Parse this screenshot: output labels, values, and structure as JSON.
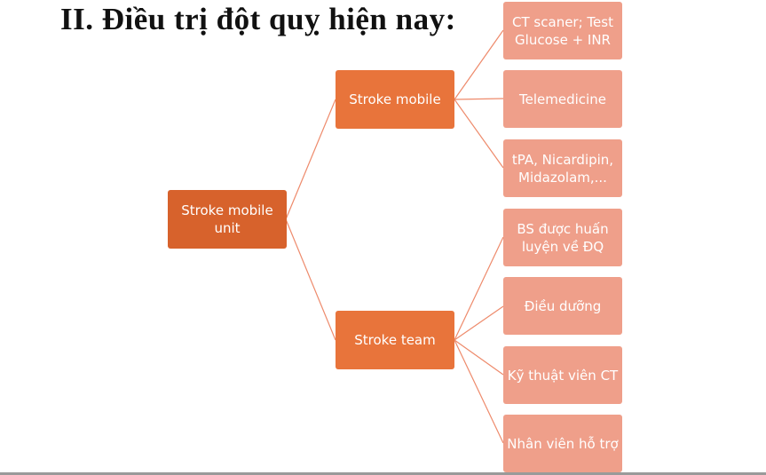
{
  "slide": {
    "title": "II. Điều trị đột quỵ hiện nay:"
  },
  "diagram": {
    "root": {
      "label": "Stroke mobile unit"
    },
    "branches": [
      {
        "label": "Stroke mobile",
        "children": [
          "CT scaner; Test Glucose + INR",
          "Telemedicine",
          "tPA, Nicardipin, Midazolam,..."
        ]
      },
      {
        "label": "Stroke team",
        "children": [
          "BS được huấn luyện về ĐQ",
          "Điều dưỡng",
          "Kỹ thuật viên CT",
          "Nhân viên hỗ trợ"
        ]
      }
    ],
    "colors": {
      "root": "#d7622c",
      "branch": "#e8743b",
      "leaf": "#ef9f8a",
      "connector": "#ee8a6b"
    }
  }
}
